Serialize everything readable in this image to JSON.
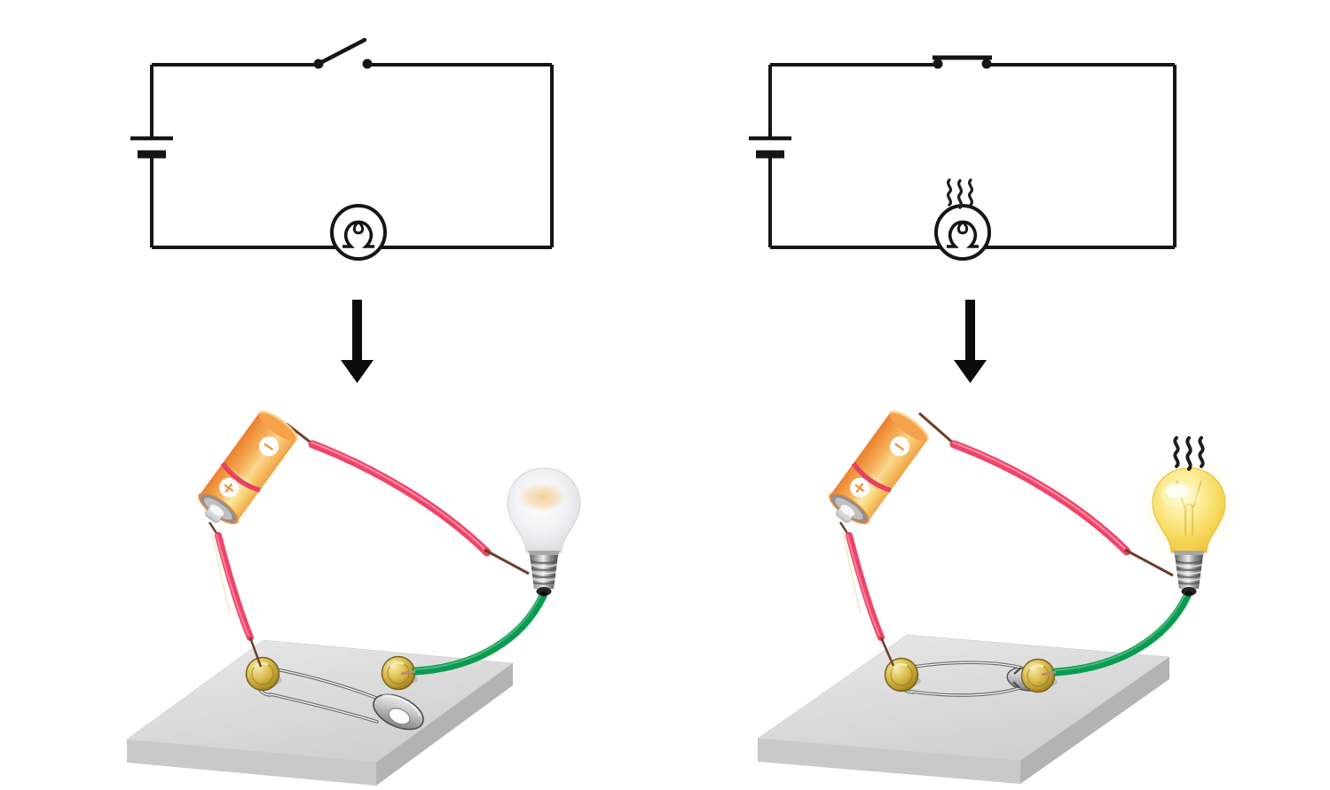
{
  "figure": {
    "battery_minus_label": "−",
    "battery_plus_label": "+",
    "left_panel": {
      "schematic_switch_state": "open",
      "schematic_heat_marks": 0,
      "realistic_bulb_state": "off",
      "realistic_safety_pin_state": "open"
    },
    "right_panel": {
      "schematic_switch_state": "closed",
      "schematic_heat_marks": 3,
      "realistic_bulb_state": "lit",
      "realistic_heat_marks": 3,
      "realistic_safety_pin_state": "closed"
    }
  },
  "colors": {
    "line": "#151515",
    "arrow": "#0b0b0b",
    "heat": "#1d1d1d",
    "wire_red": "#ee4468",
    "wire_red_highlight": "#ff9db5",
    "wire_green": "#0a9b50",
    "wire_green_highlight": "#63c690",
    "wire_copper": "#6b3f27",
    "battery_orange": "#f6a34c",
    "battery_band_red": "#e64360",
    "badge_symbol_orange": "#ef8f3a",
    "bulb_yellow": "#f7da60",
    "bulb_off_gray": "#e9e9ec",
    "board_gray": "#d6d6d6",
    "tack_gold": "#d9b945",
    "pin_silver": "#6a6a6a"
  }
}
